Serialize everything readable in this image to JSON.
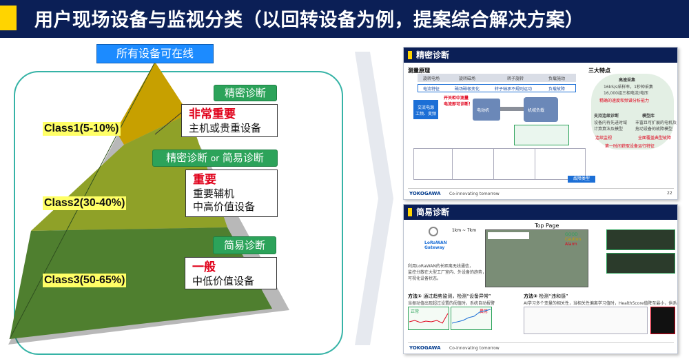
{
  "header": {
    "title": "用户现场设备与监视分类（以回转设备为例，提案综合解决方案）"
  },
  "pyramid": {
    "top_banner": "所有设备可在线",
    "classes": [
      {
        "label": "Class1(5-10%)",
        "tag": "精密诊断",
        "importance": "非常重要",
        "desc": [
          "主机或贵重设备"
        ]
      },
      {
        "label": "Class2(30-40%)",
        "tag_a": "精密诊断",
        "tag_or": "or",
        "tag_b": "简易诊断",
        "importance": "重要",
        "desc": [
          "重要辅机",
          "中高价值设备"
        ]
      },
      {
        "label": "Class3(50-65%)",
        "tag": "简易诊断",
        "importance": "一般",
        "desc": [
          "中低价值设备"
        ]
      }
    ]
  },
  "slide_top": {
    "title": "精密诊断",
    "measure_title": "测量原理",
    "features_title": "三大特点",
    "flow_top": [
      "旋转电场",
      "旋转磁场",
      "转子旋转",
      "负载施动"
    ],
    "flow_bottom": [
      "电流特征",
      "磁场磁极变化",
      "转子轴承不规则运动",
      "负载故障"
    ],
    "source_label": "交流电源\n工频、变频",
    "motor_label": "电动机",
    "load_label": "机械负载",
    "note_red": "开关柜中测量\n电流即可诊断！",
    "feature1": "高速采集",
    "feature1_desc": "16kS/s采样率，1秒钟采集\n16,000组三相电流/电压",
    "feature1_red": "精确的速度和频谱分析能力",
    "feature2": "支持连续诊断",
    "feature2_desc": "设备内有先进时域\n计算算法及模型",
    "feature2_red": "连续监视",
    "feature3": "模型库",
    "feature3_desc": "丰富且可扩展的电机及\n拖动设备的故障模型",
    "feature3_red": "全面覆盖典型故障",
    "feature_bottom": "第一时间获取设备运行特征",
    "fault_type_label": "故障类型",
    "brand": "YOKOGAWA",
    "tagline": "Co-innovating tomorrow",
    "page_no": "22"
  },
  "slide_bottom": {
    "title": "简易诊断",
    "distance": "1km ~ 7km",
    "gateway": "LoRaWAN\nGateway",
    "top_page": "Top Page",
    "legend": [
      "GOOD",
      "Caution",
      "Alarm"
    ],
    "desc": "利用LoRaWAN的长距离无线通信，\n监控分散在大型工厂室内、外设备的趋势，\n可视化设备状态。",
    "method1": "方法①",
    "method1_desc": "通过趋势监测，检测“设备异常”",
    "method1_sub": "当振动值出现超过设置的阈值时，系统自动报警",
    "method2": "方法②",
    "method2_desc": "检测“违和感”",
    "method2_sub": "AI学习多个变量的相关性，当相关性偏离学习值时，HealthScore值降至最小，供系统参考并报警。",
    "normal": "正常",
    "abnormal": "異常",
    "brand": "YOKOGAWA",
    "tagline": "Co-innovating tomorrow"
  },
  "colors": {
    "navy": "#0b1f56",
    "yellow": "#ffd400",
    "green": "#2ca35a",
    "blue": "#1c8bff",
    "red": "#e0001a",
    "teal": "#36b3a6"
  }
}
